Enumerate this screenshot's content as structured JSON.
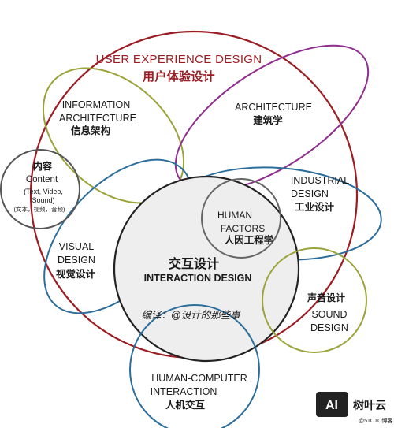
{
  "colors": {
    "ux_circle": "#9b1c22",
    "information_architecture": "#9aa33a",
    "architecture": "#8e2e8e",
    "industrial_design": "#2c6e9b",
    "visual_design": "#2c6e9b",
    "content": "#555555",
    "interaction_design_fill": "#eeeeee",
    "interaction_design_stroke": "#222222",
    "sound_design": "#9aa33a",
    "human_computer_interaction": "#2c6e9b",
    "human_factors": "#666666"
  },
  "labels": {
    "ux_en": "USER EXPERIENCE DESIGN",
    "ux_cn": "用户体验设计",
    "info_arch_en_1": "INFORMATION",
    "info_arch_en_2": "ARCHITECTURE",
    "info_arch_cn": "信息架构",
    "architecture_en": "ARCHITECTURE",
    "architecture_cn": "建筑学",
    "content_cn": "内容",
    "content_en": "Content",
    "content_sub_1": "(Text, Video,",
    "content_sub_2": "Sound)",
    "content_sub_3": "(文本，视频，音频)",
    "industrial_en_1": "INDUSTRIAL",
    "industrial_en_2": "DESIGN",
    "industrial_cn": "工业设计",
    "human_factors_en_1": "HUMAN",
    "human_factors_en_2": "FACTORS",
    "human_factors_cn": "人因工程学",
    "visual_en_1": "VISUAL",
    "visual_en_2": "DESIGN",
    "visual_cn": "视觉设计",
    "interaction_cn": "交互设计",
    "interaction_en": "INTERACTION DESIGN",
    "translator": "编译：@设计的那些事",
    "sound_cn": "声音设计",
    "sound_en_1": "SOUND",
    "sound_en_2": "DESIGN",
    "hci_en_1": "HUMAN-COMPUTER",
    "hci_en_2": "INTERACTION",
    "hci_cn": "人机交互"
  },
  "watermark": {
    "badge": "AI",
    "name": "树叶云",
    "small": "@51CTO博客"
  }
}
